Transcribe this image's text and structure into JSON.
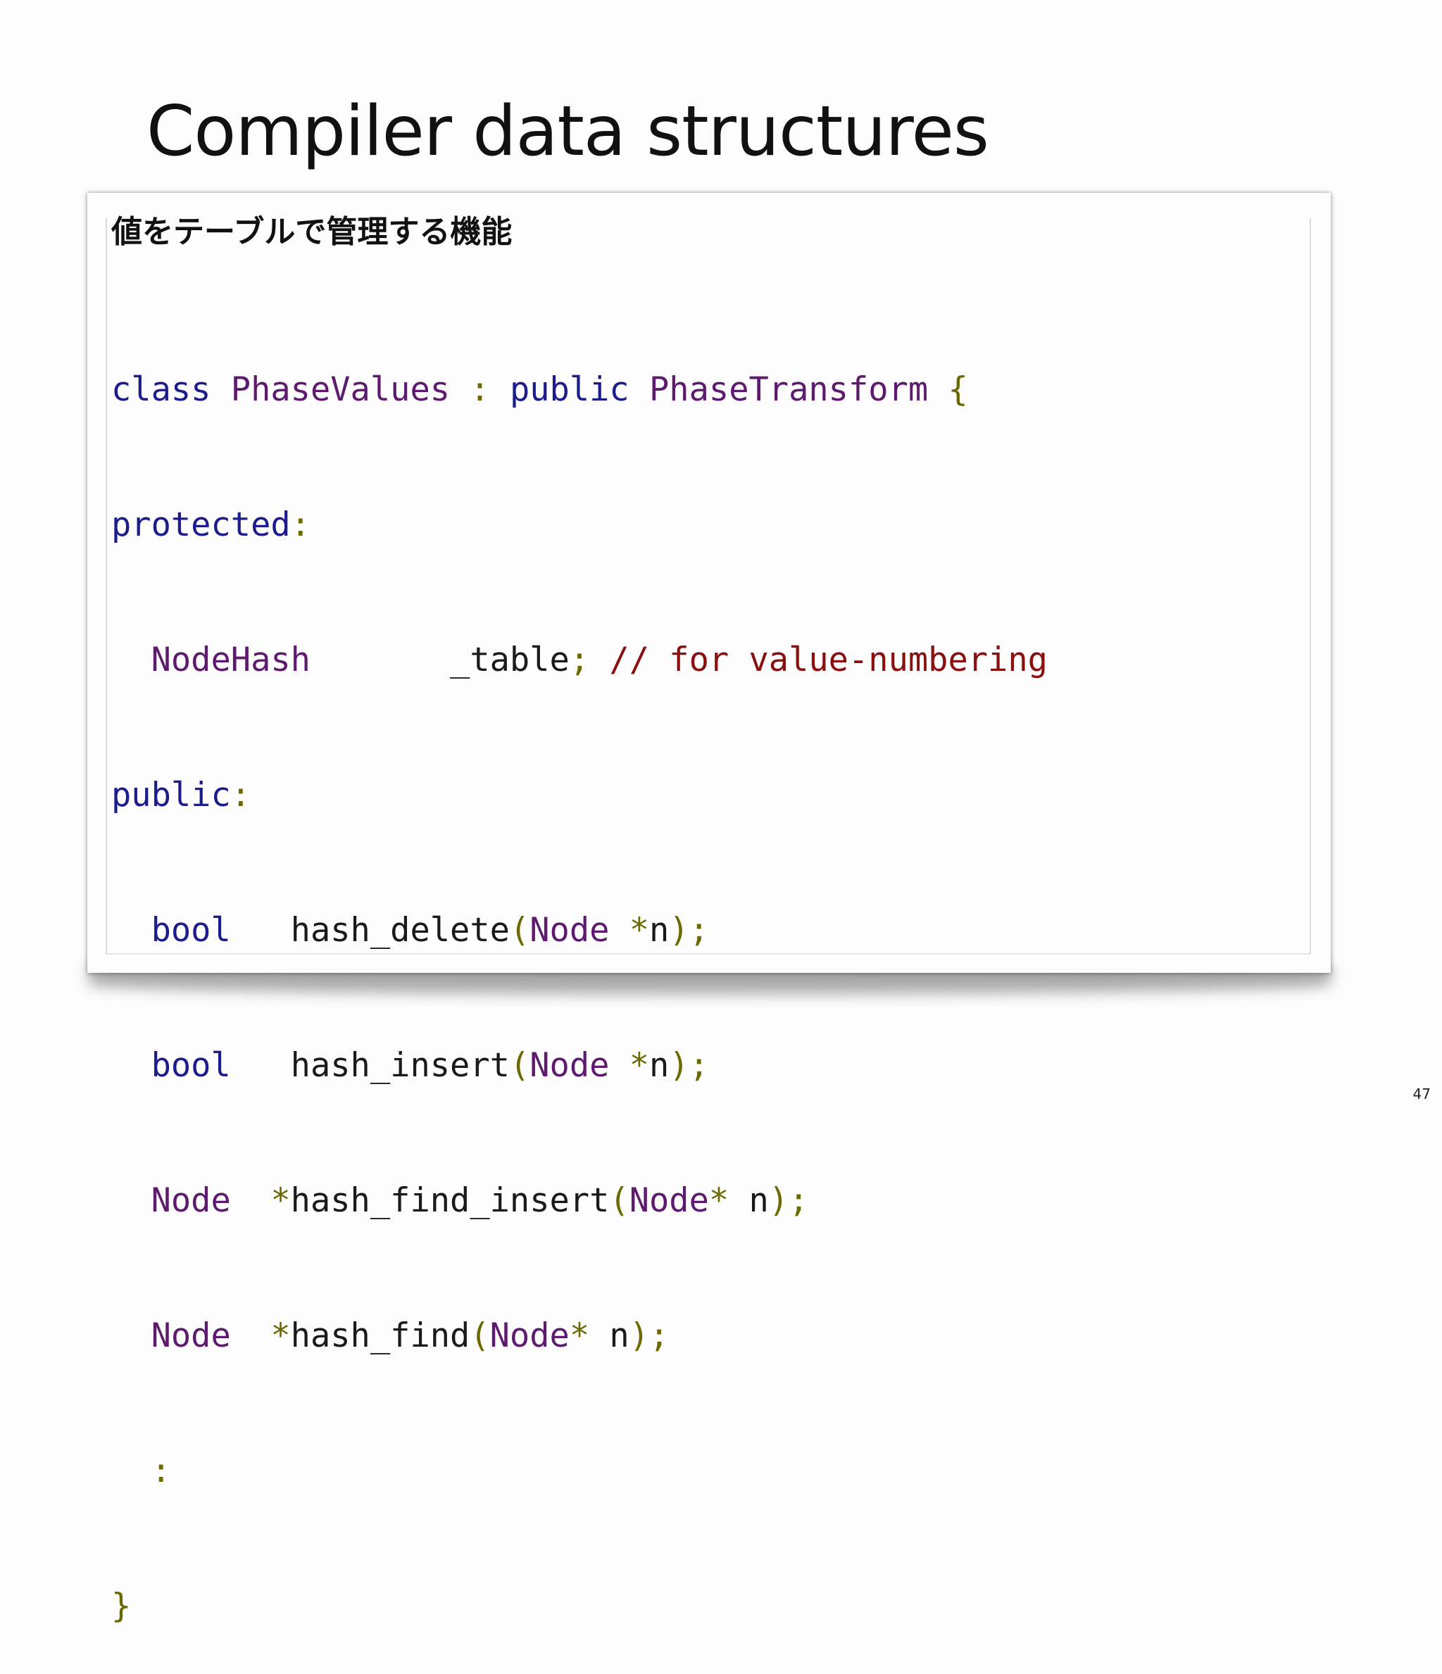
{
  "slide": {
    "title": "Compiler data structures",
    "subtitle": "値をテーブルで管理する機能",
    "page_number": "47"
  },
  "code": {
    "line1": {
      "kw_class": "class",
      "sp1": " ",
      "ty_phasevalues": "PhaseValues",
      "sp2": " ",
      "colon": ":",
      "sp3": " ",
      "kw_public": "public",
      "sp4": " ",
      "ty_phasetransform": "PhaseTransform",
      "sp5": " ",
      "brace_open": "{"
    },
    "line2": {
      "kw_protected": "protected",
      "colon": ":"
    },
    "line3": {
      "indent": "  ",
      "ty_nodehash": "NodeHash",
      "pad": "       ",
      "field_table": "_table",
      "semicolon": ";",
      "sp": " ",
      "comment": "// for value-numbering"
    },
    "line4": {
      "kw_public": "public",
      "colon": ":"
    },
    "line5": {
      "indent": "  ",
      "kw_bool": "bool",
      "pad": "   ",
      "method": "hash_delete",
      "paren_open": "(",
      "ty_node": "Node",
      "sp": " ",
      "star": "*",
      "arg": "n",
      "paren_close": ")",
      "semicolon": ";"
    },
    "line6": {
      "indent": "  ",
      "kw_bool": "bool",
      "pad": "   ",
      "method": "hash_insert",
      "paren_open": "(",
      "ty_node": "Node",
      "sp": " ",
      "star": "*",
      "arg": "n",
      "paren_close": ")",
      "semicolon": ";"
    },
    "line7": {
      "indent": "  ",
      "ty_node": "Node",
      "pad": "  ",
      "star": "*",
      "method": "hash_find_insert",
      "paren_open": "(",
      "ty_node_arg": "Node",
      "star_arg": "*",
      "sp": " ",
      "arg": "n",
      "paren_close": ")",
      "semicolon": ";"
    },
    "line8": {
      "indent": "  ",
      "ty_node": "Node",
      "pad": "  ",
      "star": "*",
      "method": "hash_find",
      "paren_open": "(",
      "ty_node_arg": "Node",
      "star_arg": "*",
      "sp": " ",
      "arg": "n",
      "paren_close": ")",
      "semicolon": ";"
    },
    "line9": {
      "indent": "  ",
      "colon": ":"
    },
    "line10": {
      "brace_close": "}"
    }
  },
  "colors": {
    "keyword": "#1c1c8c",
    "type": "#5e1a6e",
    "punctuation": "#6a6a00",
    "comment": "#8a0f0f",
    "text": "#1a1a1a"
  }
}
